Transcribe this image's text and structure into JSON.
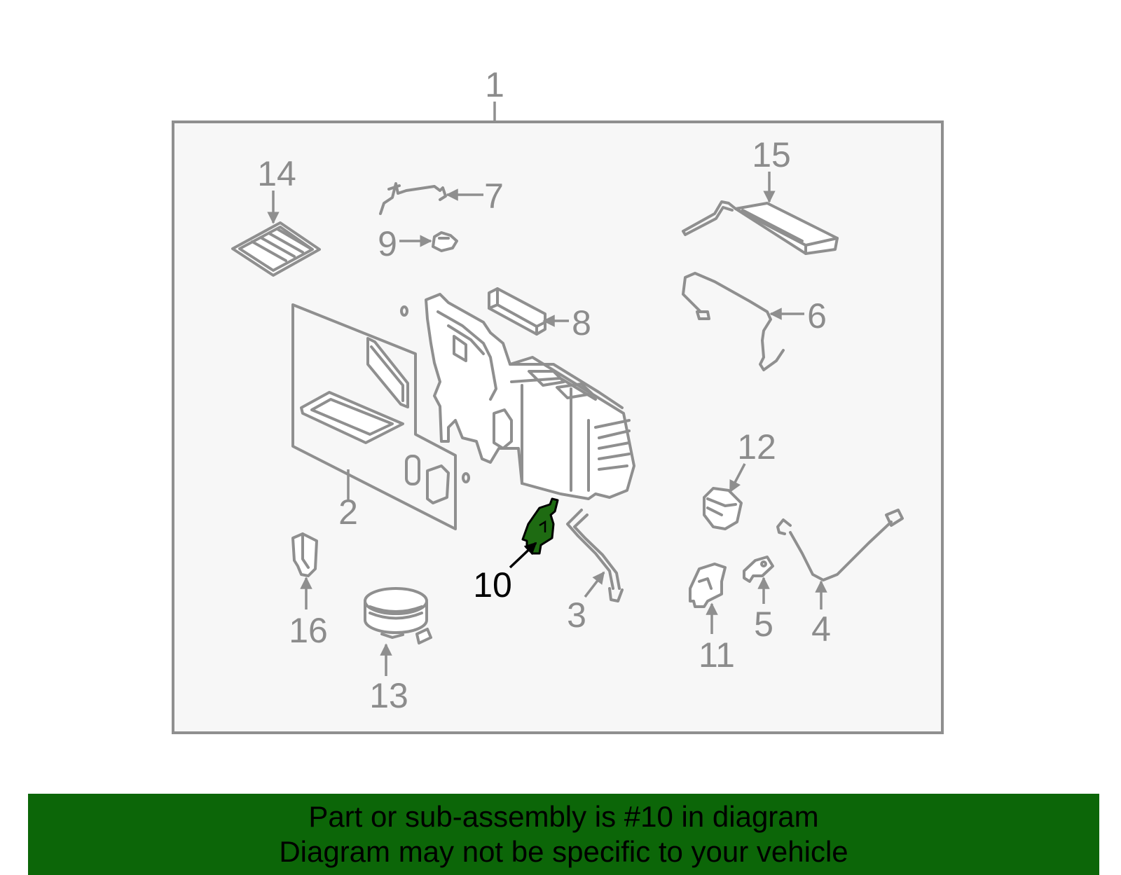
{
  "diagram": {
    "callouts": {
      "c1": "1",
      "c2": "2",
      "c3": "3",
      "c4": "4",
      "c5": "5",
      "c6": "6",
      "c7": "7",
      "c8": "8",
      "c9": "9",
      "c10": "10",
      "c11": "11",
      "c12": "12",
      "c13": "13",
      "c14": "14",
      "c15": "15",
      "c16": "16"
    },
    "highlighted_part": "10",
    "highlight_color": "#1e6b12",
    "box_background": "#f7f7f7",
    "line_color": "#8f8f8f"
  },
  "banner": {
    "line1": "Part or sub-assembly is #10 in diagram",
    "line2": "Diagram may not be specific to your vehicle",
    "color": "#0c6608"
  }
}
